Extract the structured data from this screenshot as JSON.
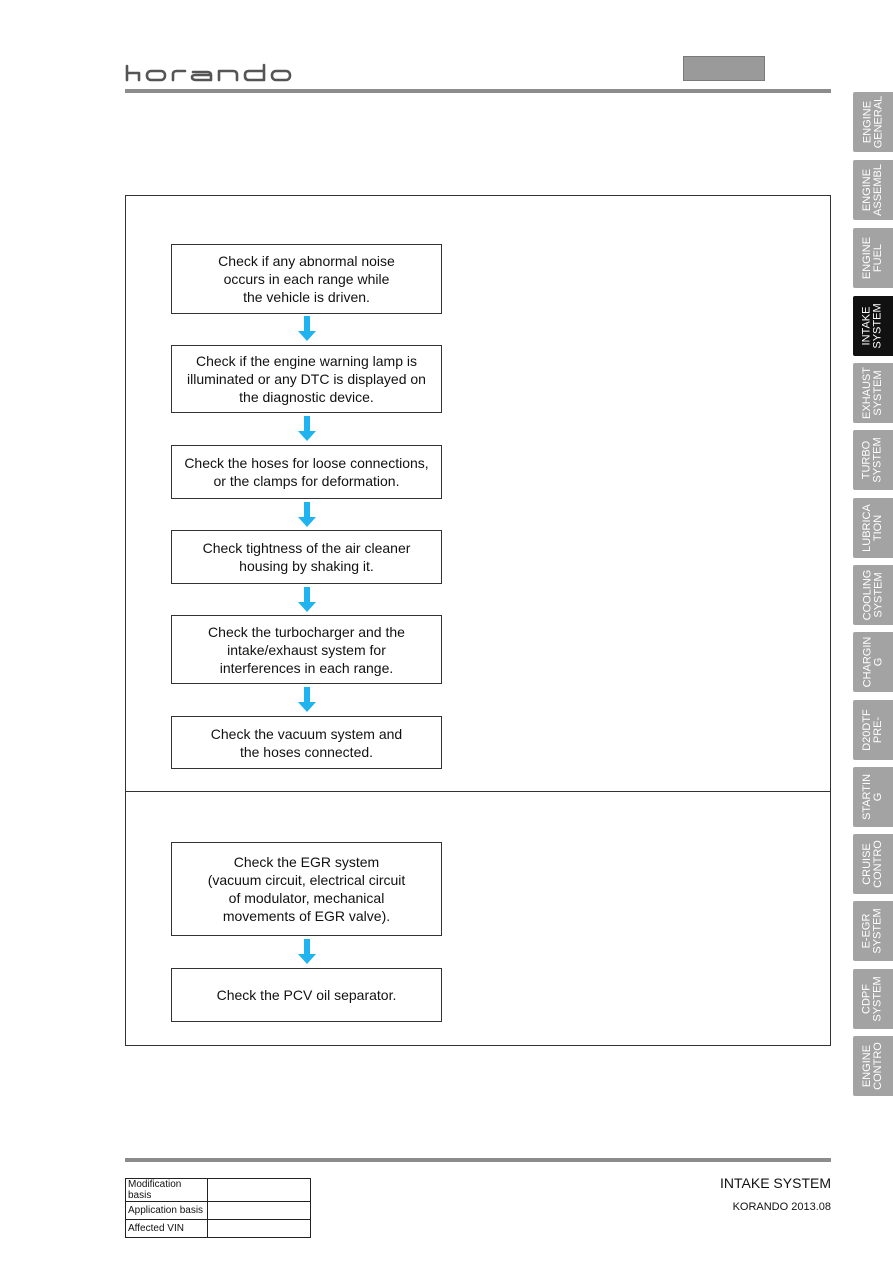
{
  "header": {
    "brand": "korando"
  },
  "flow_top": [
    "Check if any abnormal noise\noccurs in each range while\nthe vehicle is driven.",
    "Check if the engine warning lamp is\nilluminated or any DTC is displayed on\nthe diagnostic device.",
    "Check the hoses for loose connections,\nor the clamps for deformation.",
    "Check tightness of the air cleaner\nhousing by shaking it.",
    "Check the turbocharger and the\nintake/exhaust system for\ninterferences in each range.",
    "Check the vacuum system and\nthe hoses connected."
  ],
  "flow_bottom": [
    "Check the EGR system\n(vacuum circuit, electrical circuit\nof modulator, mechanical\nmovements of EGR valve).",
    "Check the PCV oil separator."
  ],
  "side_tabs": [
    {
      "label": "ENGINE\nGENERAL",
      "active": false
    },
    {
      "label": "ENGINE\nASSEMBL",
      "active": false
    },
    {
      "label": "ENGINE\nFUEL",
      "active": false
    },
    {
      "label": "INTAKE\nSYSTEM",
      "active": true
    },
    {
      "label": "EXHAUST\nSYSTEM",
      "active": false
    },
    {
      "label": "TURBO\nSYSTEM",
      "active": false
    },
    {
      "label": "LUBRICA\nTION",
      "active": false
    },
    {
      "label": "COOLING\nSYSTEM",
      "active": false
    },
    {
      "label": "CHARGIN\nG",
      "active": false
    },
    {
      "label": "D20DTF\nPRE-",
      "active": false
    },
    {
      "label": "STARTIN\nG",
      "active": false
    },
    {
      "label": "CRUISE\nCONTRO",
      "active": false
    },
    {
      "label": "E-EGR\nSYSTEM",
      "active": false
    },
    {
      "label": "CDPF\nSYSTEM",
      "active": false
    },
    {
      "label": "ENGINE\nCONTRO",
      "active": false
    }
  ],
  "footer": {
    "table": [
      {
        "label": "Modification basis",
        "value": ""
      },
      {
        "label": "Application basis",
        "value": ""
      },
      {
        "label": "Affected VIN",
        "value": ""
      }
    ],
    "section_title": "INTAKE SYSTEM",
    "model_date": "KORANDO 2013.08"
  },
  "colors": {
    "arrow": "#1fb4f0",
    "tab": "#a3a3a3",
    "tab_active": "#111111",
    "rule": "#8c8c8c"
  }
}
